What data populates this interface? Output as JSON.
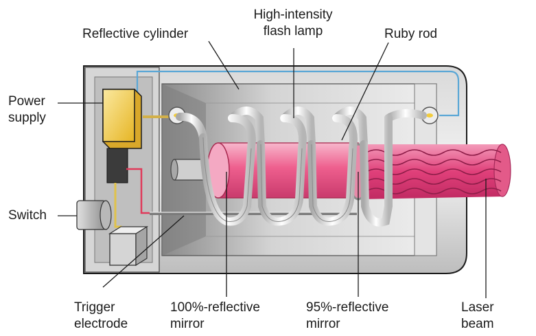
{
  "labels": {
    "reflective_cylinder": "Reflective cylinder",
    "flash_lamp": [
      "High-intensity",
      "flash lamp"
    ],
    "ruby_rod": "Ruby rod",
    "power_supply": [
      "Power",
      "supply"
    ],
    "switch": "Switch",
    "trigger_electrode": [
      "Trigger",
      "electrode"
    ],
    "mirror_100": [
      "100%-reflective",
      "mirror"
    ],
    "mirror_95": [
      "95%-reflective",
      "mirror"
    ],
    "laser_beam": [
      "Laser",
      "beam"
    ]
  },
  "colors": {
    "ruby": "#ee5f8e",
    "beam": "#e0407a",
    "power_supply": "#f2cc3c",
    "housing": "#c9c9c9",
    "outline": "#1a1a1a"
  }
}
